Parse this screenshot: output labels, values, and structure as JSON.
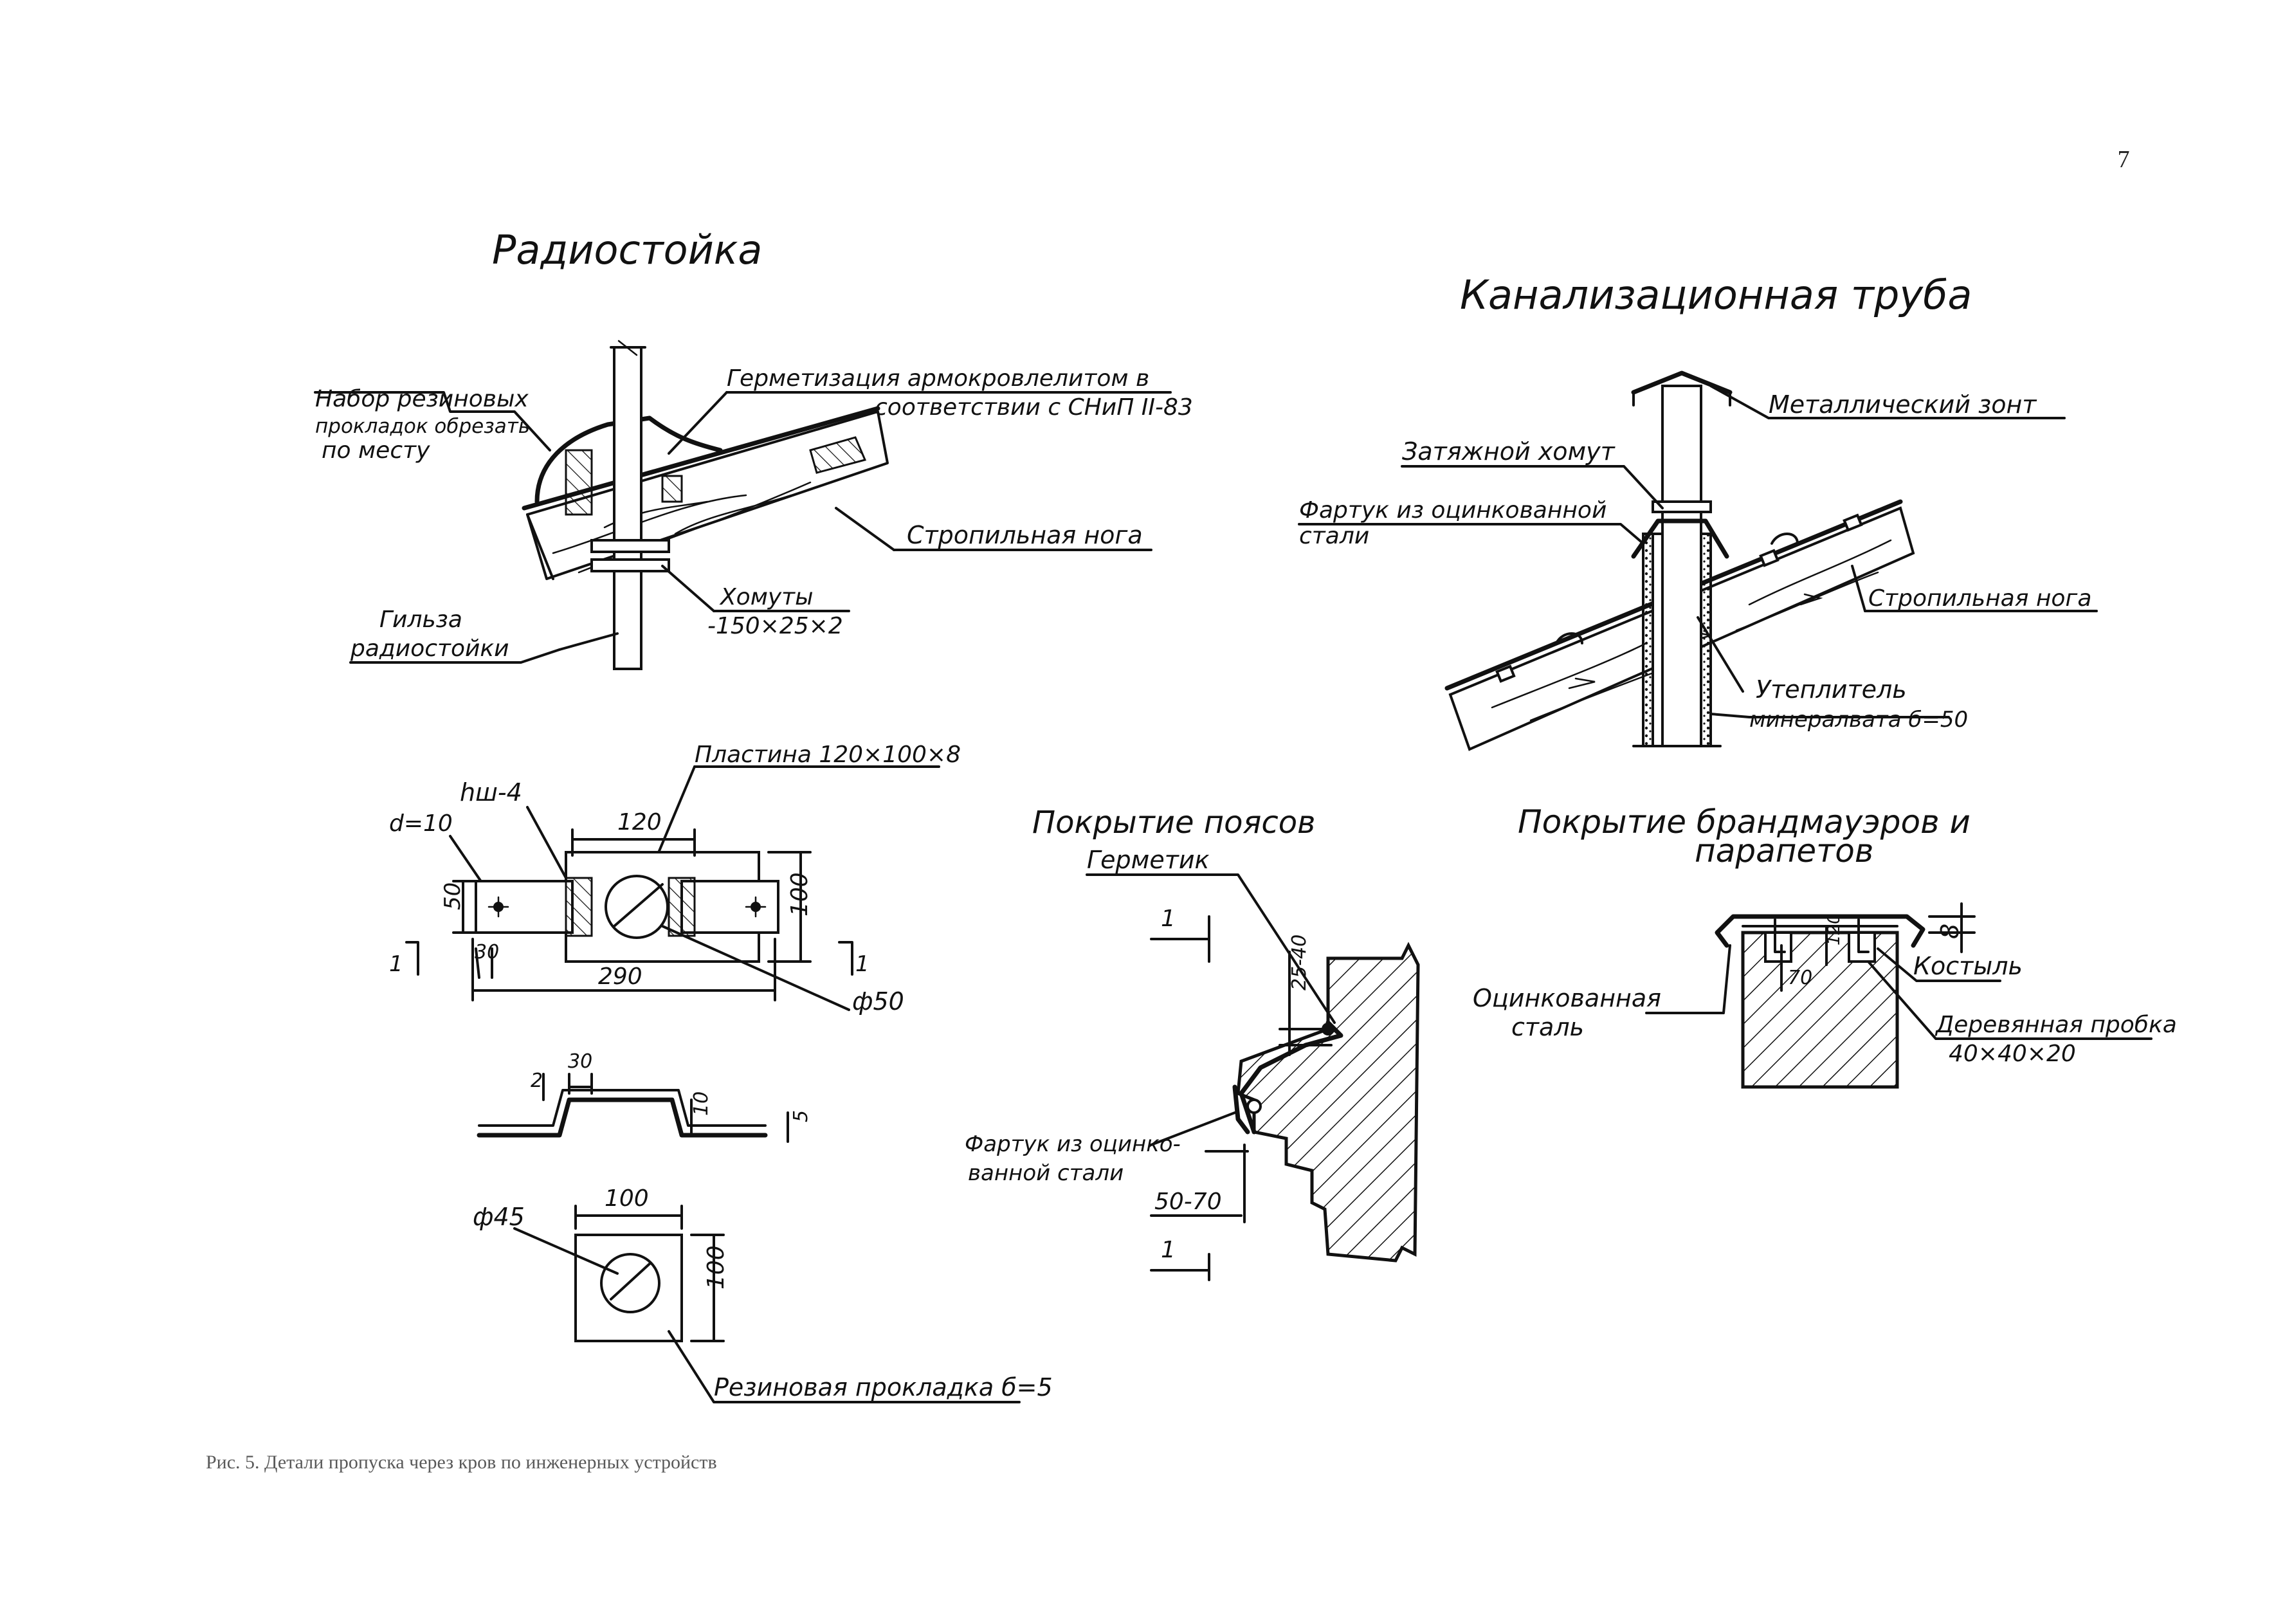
{
  "page_number": "7",
  "caption": "Рис. 5. Детали пропуска через кров по инженерных устройств",
  "radio": {
    "title": "Радиостойка",
    "rubber": [
      "Набор резиновых",
      "прокладок обрезать",
      "по месту"
    ],
    "sealing": [
      "Герметизация армокровлелитом в",
      "соответствии с СНиП II-83"
    ],
    "rafter": "Стропильная нога",
    "clamps": [
      "Хомуты",
      "-150×25×2"
    ],
    "sleeve": [
      "Гильза",
      "радиостойки"
    ]
  },
  "pipe": {
    "title": "Канализационная труба",
    "hood": "Металлический зонт",
    "collar": "Затяжной хомут",
    "apron": [
      "Фартук из оцинкованной",
      "стали"
    ],
    "rafter": "Стропильная нога",
    "insulation": [
      "Утеплитель",
      "минералвата б=50"
    ]
  },
  "plate": {
    "plate_label": "Пластина 120×100×8",
    "weld": "hш-4",
    "d10": "d=10",
    "dim_120": "120",
    "dim_50": "50",
    "dim_100": "100",
    "dim_30": "30",
    "dim_290": "290",
    "phi50": "ф50",
    "section": "1",
    "bend_30": "30",
    "bend_2": "2",
    "bend_10": "10",
    "bend_5": "5"
  },
  "gasket": {
    "phi45": "ф45",
    "dim_top": "100",
    "dim_side": "100",
    "label": "Резиновая прокладка б=5"
  },
  "belt": {
    "title": "Покрытие поясов",
    "sealant": "Герметик",
    "dim_25_40": "25-40",
    "apron": [
      "Фартук из оцинко-",
      "ванной стали"
    ],
    "dim_50_70": "50-70",
    "section_top": "1",
    "section_bottom": "1"
  },
  "parapet": {
    "title": [
      "Покрытие брандмауэров и",
      "парапетов"
    ],
    "steel": [
      "Оцинкованная",
      "сталь"
    ],
    "dim_70": "70",
    "dim_120": "120",
    "dim_8": "8",
    "crutch": "Костыль",
    "plug": [
      "Деревянная пробка",
      "40×40×20"
    ]
  }
}
